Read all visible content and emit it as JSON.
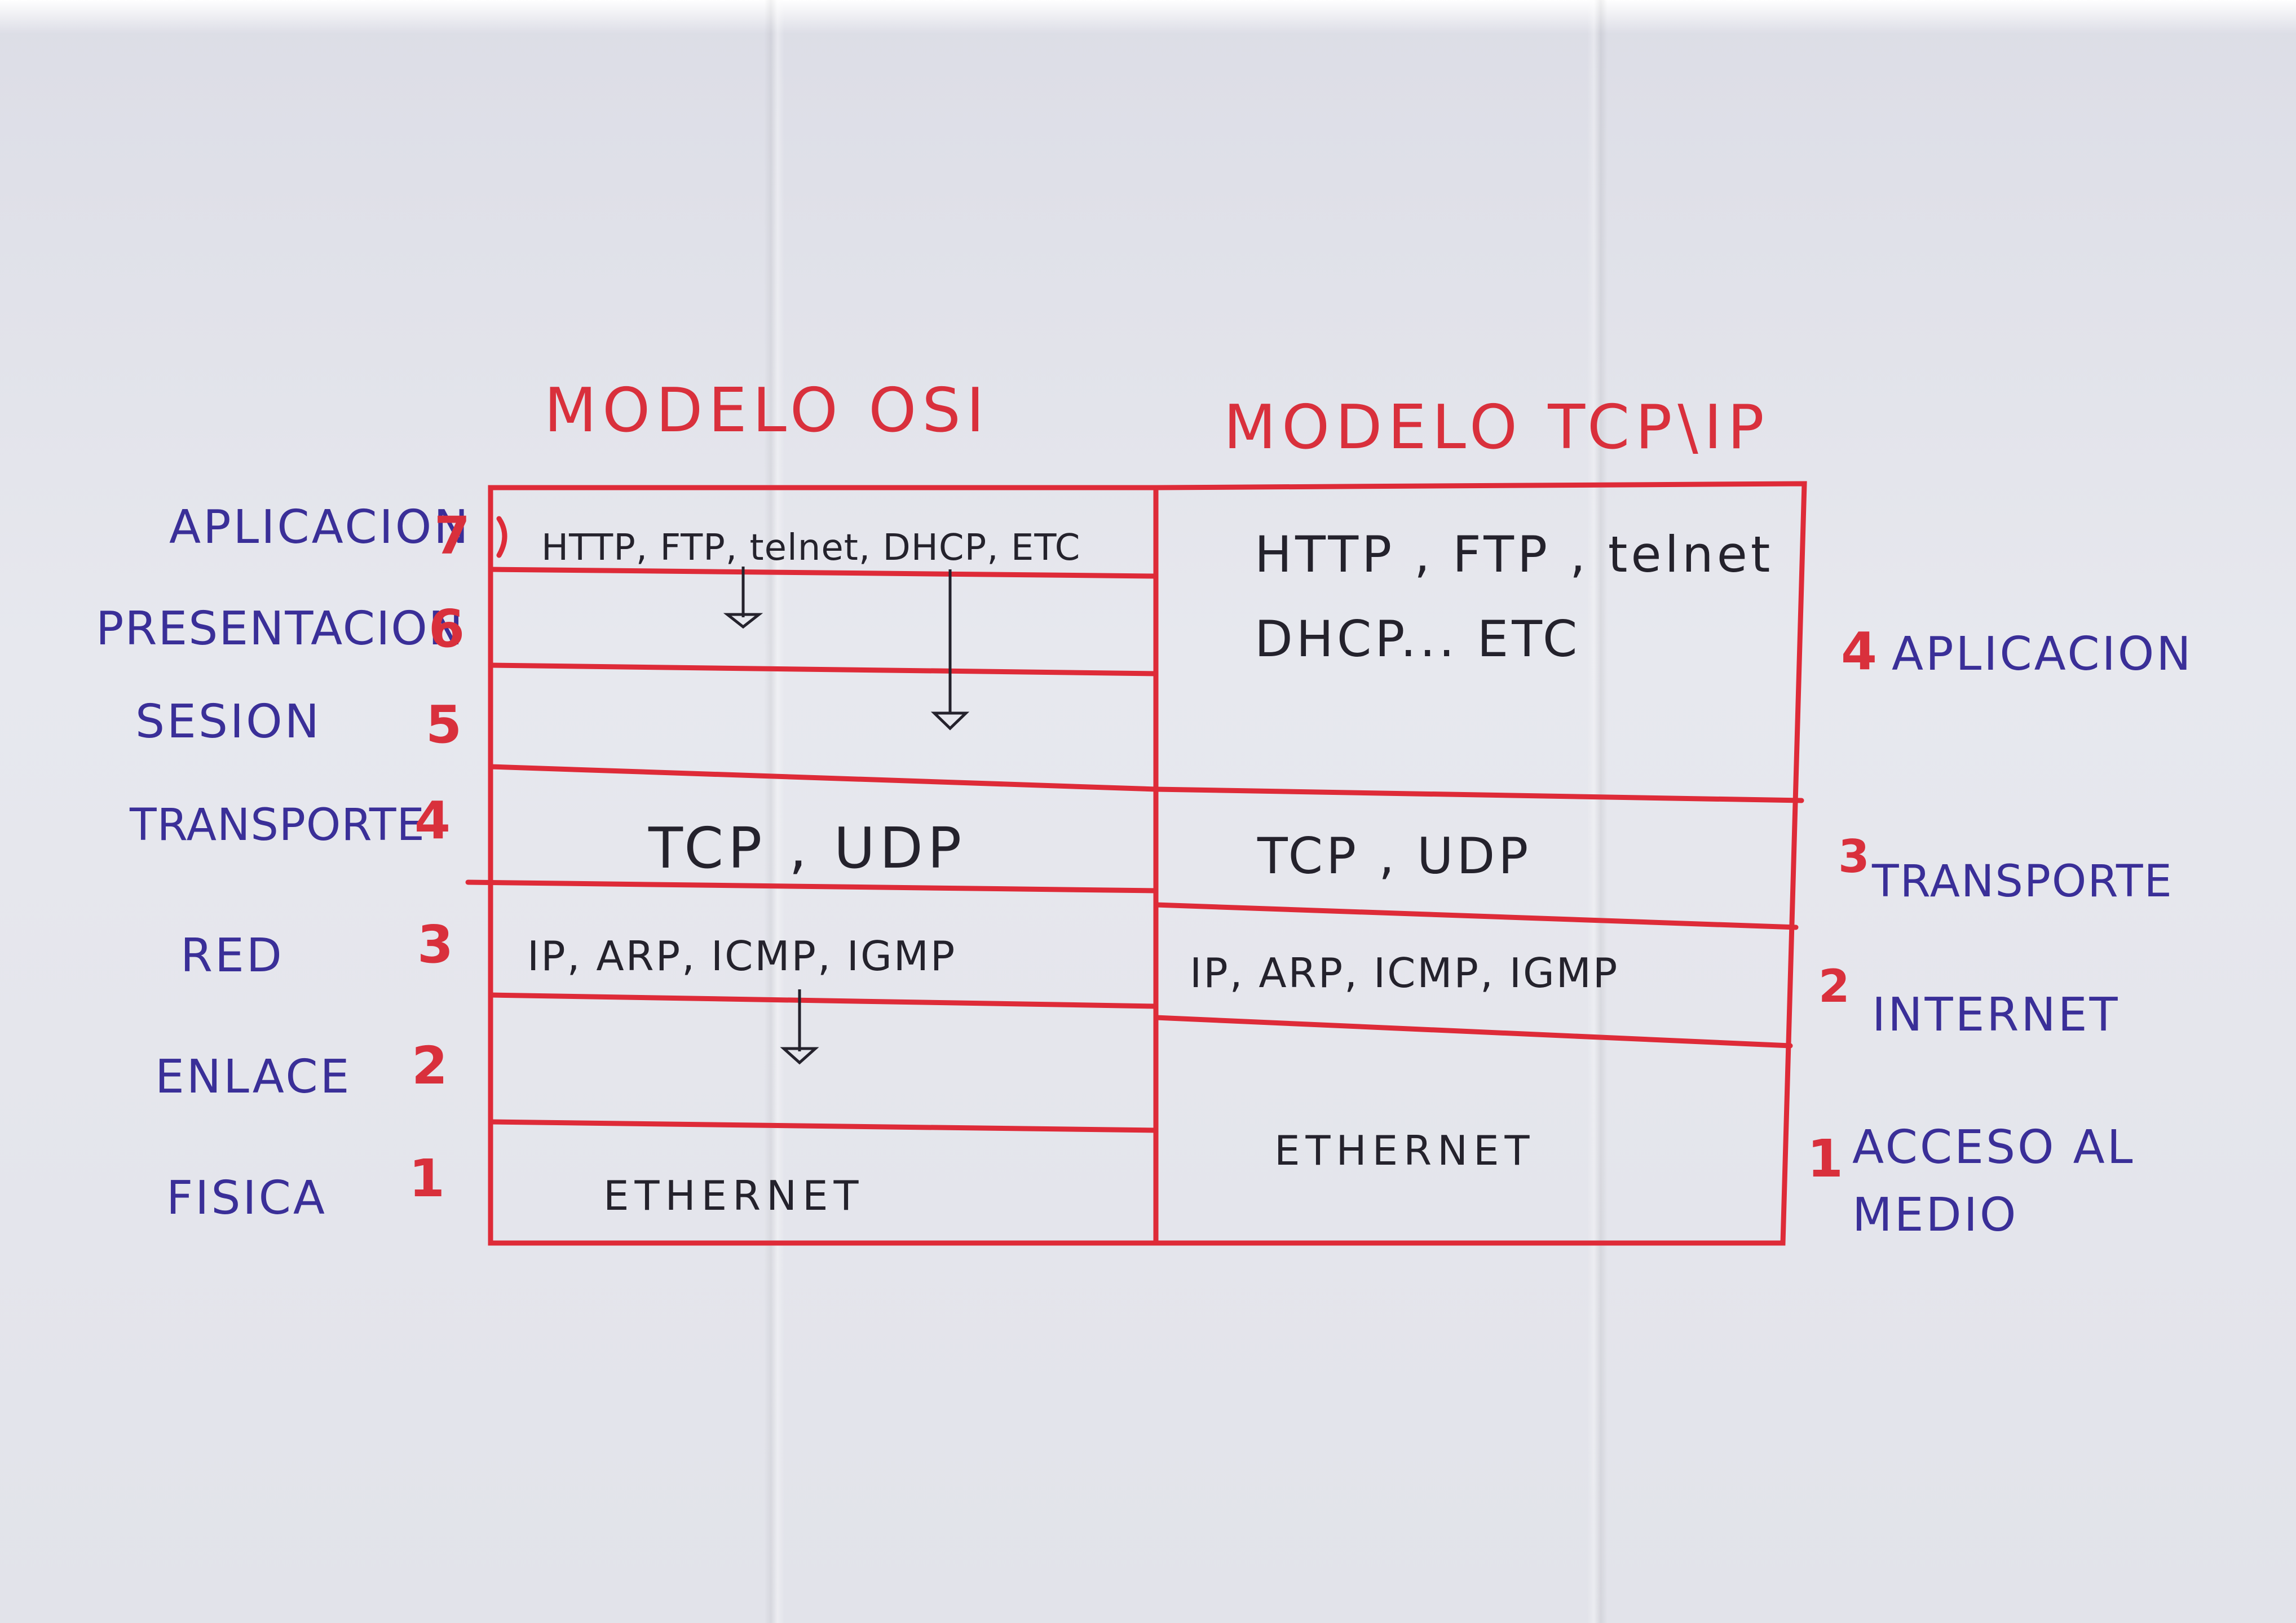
{
  "osi": {
    "title": "MODELO OSI",
    "layers": [
      {
        "name": "APLICACION",
        "number": "7"
      },
      {
        "name": "PRESENTACION",
        "number": "6"
      },
      {
        "name": "SESION",
        "number": "5"
      },
      {
        "name": "TRANSPORTE",
        "number": "4"
      },
      {
        "name": "RED",
        "number": "3"
      },
      {
        "name": "ENLACE",
        "number": "2"
      },
      {
        "name": "FISICA",
        "number": "1"
      }
    ],
    "cells": {
      "application": "HTTP, FTP, telnet, DHCP, ETC",
      "transport": "TCP , UDP",
      "network": "IP, ARP, ICMP, IGMP",
      "physical": "ETHERNET"
    }
  },
  "tcpip": {
    "title": "MODELO TCP\\IP",
    "layers": [
      {
        "number": "4",
        "name": "APLICACION"
      },
      {
        "number": "3",
        "name": "TRANSPORTE"
      },
      {
        "number": "2",
        "name": "INTERNET"
      },
      {
        "number": "1",
        "name_line1": "ACCESO AL",
        "name_line2": "MEDIO"
      }
    ],
    "cells": {
      "application_line1": "HTTP , FTP , telnet",
      "application_line2": "DHCP... ETC",
      "transport": "TCP , UDP",
      "internet": "IP, ARP, ICMP, IGMP",
      "access": "ETHERNET"
    }
  },
  "colors": {
    "grid": "#de2b38",
    "heading": "#d9303c",
    "layer_names": "#3a2f98",
    "ink": "#24222c"
  }
}
